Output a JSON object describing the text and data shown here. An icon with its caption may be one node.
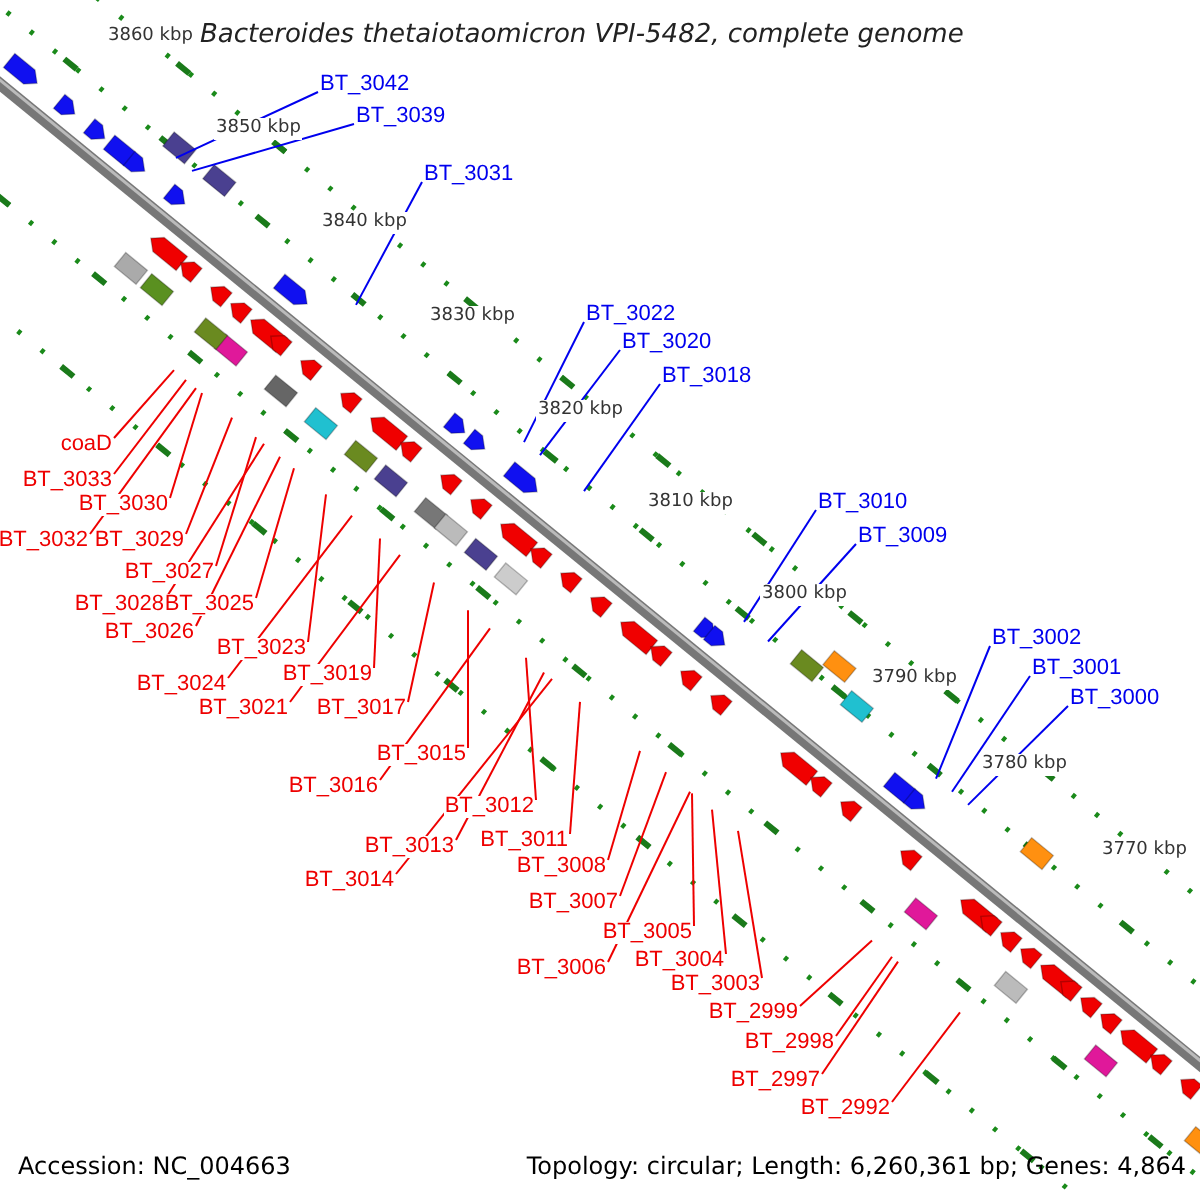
{
  "diagram": {
    "title": "Bacteroides thetaiotaomicron VPI-5482, complete genome",
    "nodes": [
      {
        "text": [
          "BT_3042"
        ]
      },
      {
        "text": [
          "BT_3039"
        ]
      },
      {
        "text": [
          "BT_3031"
        ]
      },
      {
        "text": [
          "BT_3022"
        ]
      },
      {
        "text": [
          "BT_3020"
        ]
      },
      {
        "text": [
          "BT_3018"
        ]
      },
      {
        "text": [
          "BT_3010"
        ]
      },
      {
        "text": [
          "BT_3009"
        ]
      },
      {
        "text": [
          "BT_3002"
        ]
      },
      {
        "text": [
          "BT_3001"
        ]
      },
      {
        "text": [
          "BT_3000"
        ]
      },
      {
        "text": [
          "coaD"
        ]
      },
      {
        "text": [
          "BT_3033"
        ]
      },
      {
        "text": [
          "BT_3030"
        ]
      },
      {
        "text": [
          "BT_3032"
        ]
      },
      {
        "text": [
          "BT_3029"
        ]
      },
      {
        "text": [
          "BT_3027"
        ]
      },
      {
        "text": [
          "BT_3028"
        ]
      },
      {
        "text": [
          "BT_3025"
        ]
      },
      {
        "text": [
          "BT_3026"
        ]
      },
      {
        "text": [
          "BT_3023"
        ]
      },
      {
        "text": [
          "BT_3024"
        ]
      },
      {
        "text": [
          "BT_3019"
        ]
      },
      {
        "text": [
          "BT_3021"
        ]
      },
      {
        "text": [
          "BT_3017"
        ]
      },
      {
        "text": [
          "BT_3015"
        ]
      },
      {
        "text": [
          "BT_3016"
        ]
      },
      {
        "text": [
          "BT_3012"
        ]
      },
      {
        "text": [
          "BT_3013"
        ]
      },
      {
        "text": [
          "BT_3011"
        ]
      },
      {
        "text": [
          "BT_3014"
        ]
      },
      {
        "text": [
          "BT_3008"
        ]
      },
      {
        "text": [
          "BT_3007"
        ]
      },
      {
        "text": [
          "BT_3005"
        ]
      },
      {
        "text": [
          "BT_3004"
        ]
      },
      {
        "text": [
          "BT_3006"
        ]
      },
      {
        "text": [
          "BT_3003"
        ]
      },
      {
        "text": [
          "BT_2999"
        ]
      },
      {
        "text": [
          "BT_2998"
        ]
      },
      {
        "text": [
          "BT_2997"
        ]
      },
      {
        "text": [
          "BT_2992"
        ]
      }
    ],
    "edges": [
      {
        "from": 0,
        "to": null,
        "arrow": "none",
        "color": "#0000ee"
      },
      {
        "from": 1,
        "to": null,
        "arrow": "none",
        "color": "#0000ee"
      },
      {
        "from": 2,
        "to": null,
        "arrow": "none",
        "color": "#0000ee"
      },
      {
        "from": 3,
        "to": null,
        "arrow": "none",
        "color": "#0000ee"
      },
      {
        "from": 4,
        "to": null,
        "arrow": "none",
        "color": "#0000ee"
      },
      {
        "from": 5,
        "to": null,
        "arrow": "none",
        "color": "#0000ee"
      },
      {
        "from": 6,
        "to": null,
        "arrow": "none",
        "color": "#0000ee"
      },
      {
        "from": 7,
        "to": null,
        "arrow": "none",
        "color": "#0000ee"
      },
      {
        "from": 8,
        "to": null,
        "arrow": "none",
        "color": "#0000ee"
      },
      {
        "from": 9,
        "to": null,
        "arrow": "none",
        "color": "#0000ee"
      },
      {
        "from": 10,
        "to": null,
        "arrow": "none",
        "color": "#0000ee"
      },
      {
        "from": 11,
        "to": null,
        "arrow": "none"
      },
      {
        "from": 12,
        "to": null,
        "arrow": "none"
      },
      {
        "from": 13,
        "to": null,
        "arrow": "none"
      },
      {
        "from": 14,
        "to": null,
        "arrow": "none"
      },
      {
        "from": 15,
        "to": null,
        "arrow": "none"
      },
      {
        "from": 16,
        "to": null,
        "arrow": "none"
      },
      {
        "from": 17,
        "to": null,
        "arrow": "none"
      },
      {
        "from": 18,
        "to": null,
        "arrow": "none"
      },
      {
        "from": 19,
        "to": null,
        "arrow": "none"
      },
      {
        "from": 20,
        "to": null,
        "arrow": "none"
      },
      {
        "from": 21,
        "to": null,
        "arrow": "none"
      },
      {
        "from": 22,
        "to": null,
        "arrow": "none"
      },
      {
        "from": 23,
        "to": null,
        "arrow": "none"
      },
      {
        "from": 24,
        "to": null,
        "arrow": "none"
      },
      {
        "from": 25,
        "to": null,
        "arrow": "none"
      },
      {
        "from": 26,
        "to": null,
        "arrow": "none"
      },
      {
        "from": 27,
        "to": null,
        "arrow": "none"
      },
      {
        "from": 28,
        "to": null,
        "arrow": "none"
      },
      {
        "from": 29,
        "to": null,
        "arrow": "none"
      },
      {
        "from": 30,
        "to": null,
        "arrow": "none"
      },
      {
        "from": 31,
        "to": null,
        "arrow": "none"
      },
      {
        "from": 32,
        "to": null,
        "arrow": "none"
      },
      {
        "from": 33,
        "to": null,
        "arrow": "none"
      },
      {
        "from": 34,
        "to": null,
        "arrow": "none"
      },
      {
        "from": 35,
        "to": null,
        "arrow": "none"
      },
      {
        "from": 36,
        "to": null,
        "arrow": "none"
      },
      {
        "from": 37,
        "to": null,
        "arrow": "none"
      },
      {
        "from": 38,
        "to": null,
        "arrow": "none"
      },
      {
        "from": 39,
        "to": null,
        "arrow": "none"
      },
      {
        "from": 40,
        "to": null,
        "arrow": "none"
      }
    ],
    "labels": [
      "3860 kbp",
      "3850 kbp",
      "3840 kbp",
      "3830 kbp",
      "3820 kbp",
      "3810 kbp",
      "3800 kbp",
      "3790 kbp",
      "3780 kbp",
      "3770 kbp",
      "Accession: NC_004663",
      "Topology: circular; Length: 6,260,361 bp; Genes: 4,864"
    ]
  }
}
